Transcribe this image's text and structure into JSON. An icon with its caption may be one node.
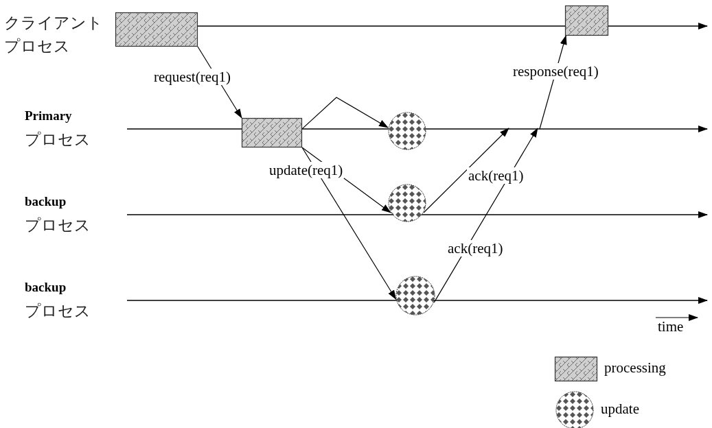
{
  "diagram": {
    "nodes": [
      {
        "text": [
          "クライアントプロセス"
        ]
      },
      {
        "text": [],
        "shape": "box"
      },
      {
        "text": [],
        "shape": "box"
      },
      {
        "text": [
          "**Primary** プロセス"
        ]
      },
      {
        "text": [],
        "shape": "box"
      },
      {
        "text": [],
        "shape": "circle"
      },
      {
        "text": [
          "**backup** プロセス"
        ]
      },
      {
        "text": [],
        "shape": "circle"
      },
      {
        "text": [
          "**backup** プロセス"
        ]
      },
      {
        "text": [],
        "shape": "circle"
      }
    ],
    "edges": [
      {
        "from": 1,
        "to": 4,
        "arrow": "to",
        "label": "request(req1)"
      },
      {
        "from": 4,
        "to": 5,
        "arrow": "to"
      },
      {
        "from": 4,
        "to": 7,
        "arrow": "to",
        "label": "update(req1)"
      },
      {
        "from": 4,
        "to": 9,
        "arrow": "to"
      },
      {
        "from": 7,
        "to": null,
        "arrow": "to",
        "label": "ack(req1)"
      },
      {
        "from": 9,
        "to": null,
        "arrow": "to",
        "label": "ack(req1)"
      },
      {
        "from": null,
        "to": 2,
        "arrow": "to",
        "label": "response(req1)"
      }
    ],
    "labels": [
      "time"
    ],
    "legend": [
      {
        "text": "processing"
      },
      {
        "text": "update"
      }
    ]
  }
}
